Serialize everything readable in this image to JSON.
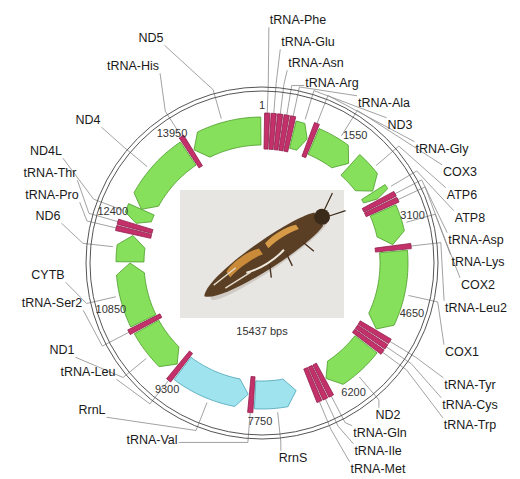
{
  "diagram": {
    "labels": [
      "tRNA-Phe",
      "tRNA-Glu",
      "tRNA-Asn",
      "tRNA-Arg",
      "tRNA-Ala",
      "ND3",
      "tRNA-Gly",
      "COX3",
      "ATP6",
      "ATP8",
      "tRNA-Asp",
      "tRNA-Lys",
      "COX2",
      "tRNA-Leu2",
      "COX1",
      "tRNA-Tyr",
      "tRNA-Cys",
      "tRNA-Trp",
      "ND2",
      "tRNA-Gln",
      "tRNA-Ile",
      "tRNA-Met",
      "RrnS",
      "tRNA-Val",
      "RrnL",
      "tRNA-Leu",
      "ND1",
      "tRNA-Ser2",
      "CYTB",
      "ND6",
      "tRNA-Pro",
      "tRNA-Thr",
      "ND4L",
      "ND4",
      "tRNA-His",
      "ND5",
      "1",
      "1550",
      "3100",
      "4650",
      "6200",
      "7750",
      "9300",
      "10850",
      "12400",
      "13950",
      "15437 bps"
    ]
  }
}
